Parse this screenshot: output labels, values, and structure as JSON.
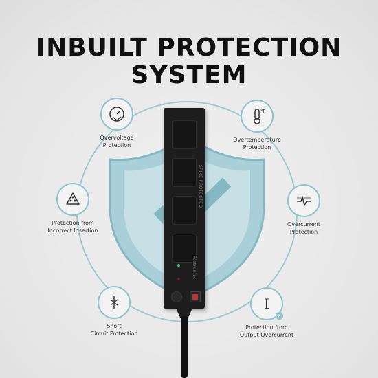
{
  "header": {
    "line1": "INBUILT PROTECTION",
    "line2": "SYSTEM"
  },
  "features": [
    {
      "label": "Overvoltage\nProtection",
      "icon": "gauge-icon"
    },
    {
      "label": "Overtemperature\nProtection",
      "icon": "thermometer-icon",
      "icon_text": "°F"
    },
    {
      "label": "Protection from\nIncorrect Insertion",
      "icon": "plug-socket-icon"
    },
    {
      "label": "Overcurrent\nProtection",
      "icon": "waveform-icon"
    },
    {
      "label": "Short\nCircuit Protection",
      "icon": "spark-icon"
    },
    {
      "label": "Protection from\nOutput Overcurrent",
      "icon": "current-i-icon",
      "icon_text": "I"
    }
  ],
  "device": {
    "side_text": "SPIKE PROTECTED",
    "brand_text": "Portronics"
  },
  "colors": {
    "accent": "#8fc3cd",
    "shield": "#9ec9d3",
    "device": "#1d1d1d"
  }
}
